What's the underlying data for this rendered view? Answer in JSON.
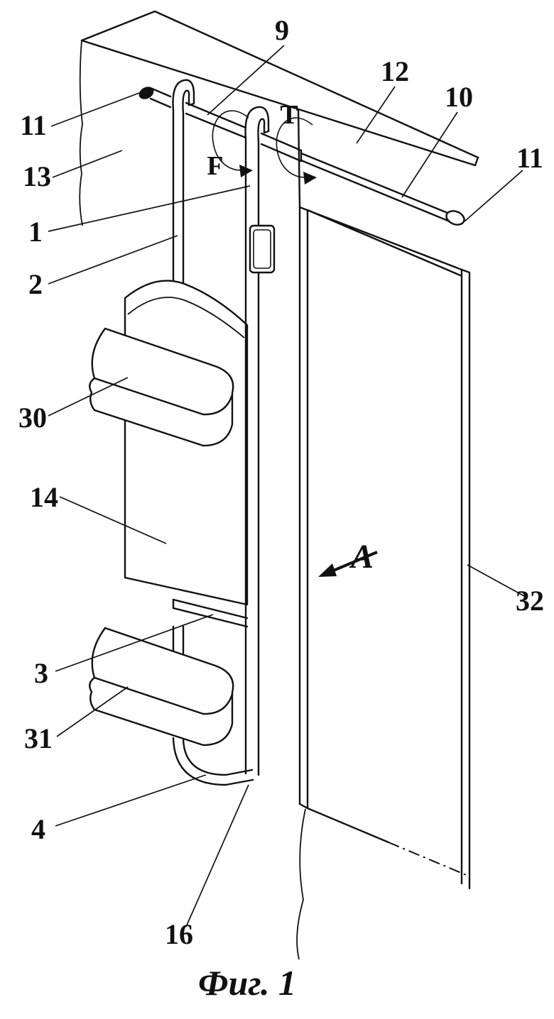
{
  "figure": {
    "type": "patent-line-drawing",
    "caption": "Фиг. 1",
    "labels": {
      "l9": "9",
      "l12": "12",
      "l10": "10",
      "l11_right": "11",
      "l11_left": "11",
      "l13": "13",
      "l1": "1",
      "l2": "2",
      "l30": "30",
      "l14": "14",
      "l3": "3",
      "l31": "31",
      "l4": "4",
      "l16": "16",
      "l32": "32"
    },
    "annotations": {
      "force_f": "F",
      "torque_t": "T",
      "view_a": "A"
    },
    "colors": {
      "line": "#111111",
      "background": "#ffffff"
    }
  }
}
